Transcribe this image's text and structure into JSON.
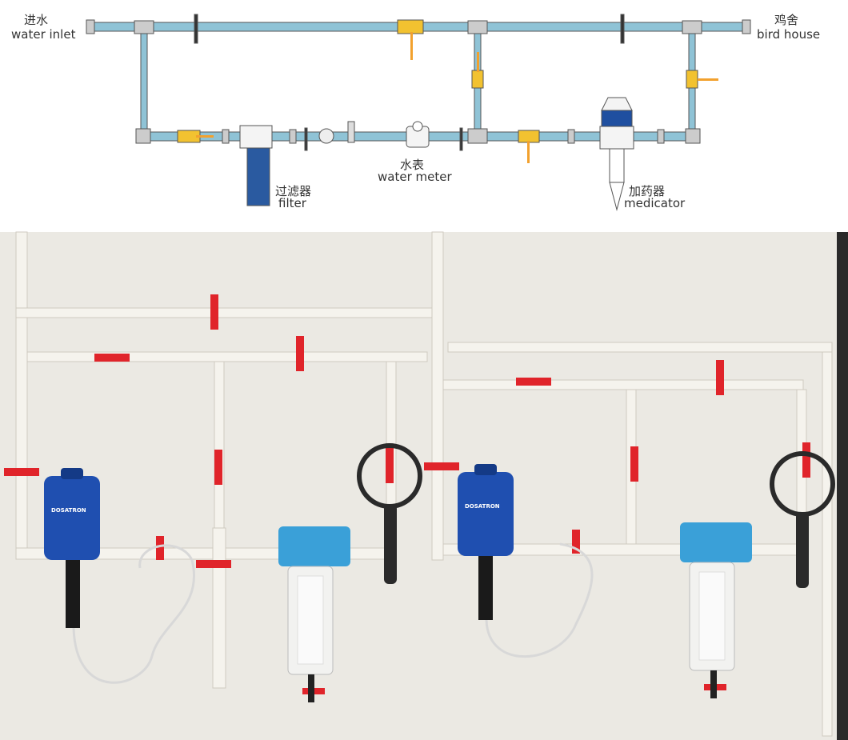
{
  "diagram": {
    "labels": {
      "inlet_cn": "进水",
      "inlet_en": "water inlet",
      "bird_cn": "鸡舍",
      "bird_en": "bird house",
      "meter_cn": "水表",
      "meter_en": "water meter",
      "filter_cn": "过滤器",
      "filter_en": "filter",
      "medicator_cn": "加药器",
      "medicator_en": "medicator"
    },
    "colors": {
      "pipe": "#8fc3d6",
      "valve": "#f2c230",
      "handle": "#f2a12e",
      "filter": "#2a5aa0"
    }
  },
  "photo": {
    "logo_text": "DOSATRON",
    "colors": {
      "wall": "#ebe9e3",
      "pipe": "#f4f2ec",
      "valve": "#e0242a",
      "dosatron": "#1f4fb0",
      "filter_head": "#3aa0d8"
    }
  }
}
